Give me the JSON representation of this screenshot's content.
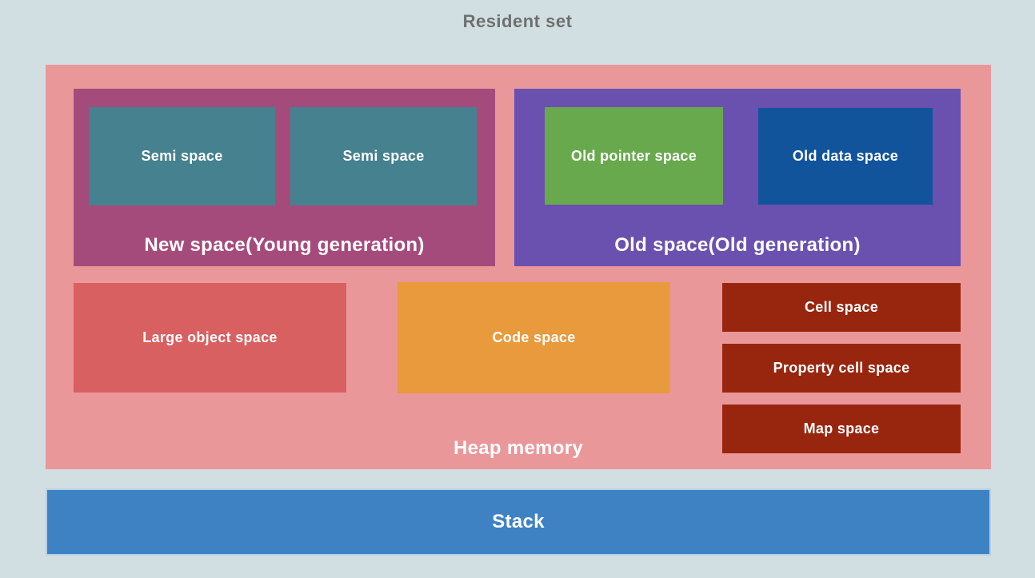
{
  "title": "Resident set",
  "colors": {
    "background": "#d1dfe2",
    "title_text": "#6f6f6f",
    "label_text": "#ffffff",
    "heap": "#ea979a",
    "new_space": "#a54b7c",
    "semi_space": "#46818f",
    "old_space": "#6a50af",
    "old_pointer_space": "#68a94d",
    "old_data_space": "#11549c",
    "large_object_space": "#d96060",
    "code_space": "#e89a3c",
    "small_space": "#98260f",
    "stack": "#3e82c4"
  },
  "heap": {
    "label": "Heap memory",
    "new_space": {
      "label": "New space(Young generation)",
      "children": [
        "Semi space",
        "Semi space"
      ]
    },
    "old_space": {
      "label": "Old space(Old generation)",
      "children": [
        "Old pointer space",
        "Old data space"
      ]
    },
    "large_object_space": {
      "label": "Large object space"
    },
    "code_space": {
      "label": "Code space"
    },
    "cell_space": {
      "label": "Cell space"
    },
    "property_cell_space": {
      "label": "Property cell space"
    },
    "map_space": {
      "label": "Map space"
    }
  },
  "stack": {
    "label": "Stack"
  }
}
